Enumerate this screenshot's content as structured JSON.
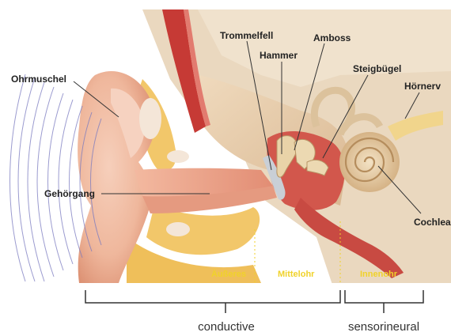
{
  "labels": {
    "ohrmuschel": "Ohrmuschel",
    "gehoergang": "Gehörgang",
    "trommelfell": "Trommelfell",
    "hammer": "Hammer",
    "amboss": "Amboss",
    "steigbuegel": "Steigbügel",
    "hoernerv": "Hörnerv",
    "cochlea": "Cochlea"
  },
  "zones": {
    "aeusseres": "Äußeres",
    "mittelohr": "Mittelohr",
    "innenohr": "Innenohr"
  },
  "brackets": {
    "conductive": "conductive",
    "sensorineural": "sensorineural"
  },
  "colors": {
    "skin": "#efb79c",
    "skin_dark": "#d98a6c",
    "canal": "#e9a087",
    "fat": "#f2c76a",
    "bone": "#e8cfae",
    "tissue_red": "#cc4a44",
    "zone_text": "#f0d22a",
    "bracket": "#333333"
  }
}
